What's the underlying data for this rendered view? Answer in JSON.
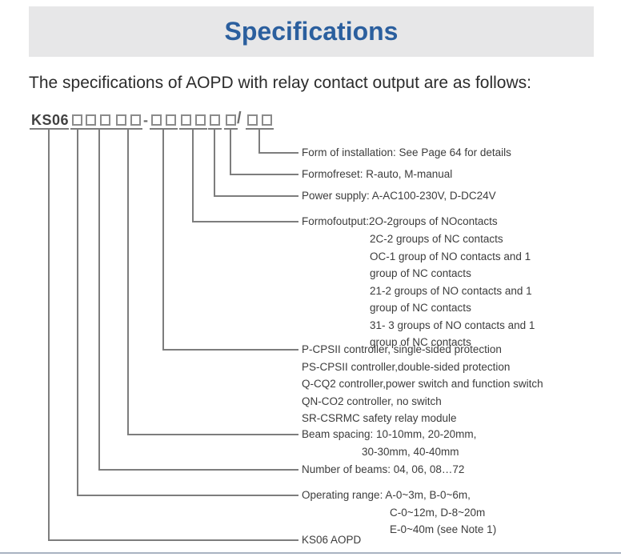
{
  "header": {
    "title": "Specifications"
  },
  "intro": "The specifications of AOPD with relay contact output are as follows:",
  "model_code": {
    "prefix": "KS06",
    "dash": "-",
    "slash": "/",
    "box_groups": [
      1,
      2,
      2,
      2,
      2,
      1,
      1,
      2
    ]
  },
  "callouts": {
    "installation": "Form of installation: See Page 64 for details",
    "reset": "Formofreset: R-auto, M-manual",
    "power": "Power supply: A-AC100-230V, D-DC24V",
    "output_title": "Formofoutput:2O-2groups of NOcontacts",
    "output_options": [
      "2C-2 groups of NC contacts",
      "OC-1 group of NO contacts and 1",
      "group of NC contacts",
      "21-2 groups of NO contacts and 1",
      "group of NC contacts",
      "31- 3 groups of NO contacts and 1",
      "group of NC contacts"
    ],
    "controller_options": [
      "P-CPSII controller, single-sided protection",
      "PS-CPSII controller,double-sided protection",
      "Q-CQ2 controller,power switch and function switch",
      "QN-CO2 controller, no switch",
      "SR-CSRMC safety relay module"
    ],
    "beam_spacing_line1": "Beam spacing: 10-10mm, 20-20mm,",
    "beam_spacing_line2": "30-30mm, 40-40mm",
    "number_of_beams": "Number of beams: 04, 06, 08…72",
    "operating_range_line1": "Operating range: A-0~3m, B-0~6m,",
    "operating_range_line2": "C-0~12m, D-8~20m",
    "operating_range_line3": "E-0~40m (see Note 1)",
    "product": "KS06 AOPD"
  },
  "colors": {
    "title_blue": "#2b5f9e",
    "header_bg": "#e7e7e8",
    "diagram_gray": "#7d7d7d",
    "text_dark": "#3c3c3c",
    "footer_line": "#a9b3c1"
  }
}
